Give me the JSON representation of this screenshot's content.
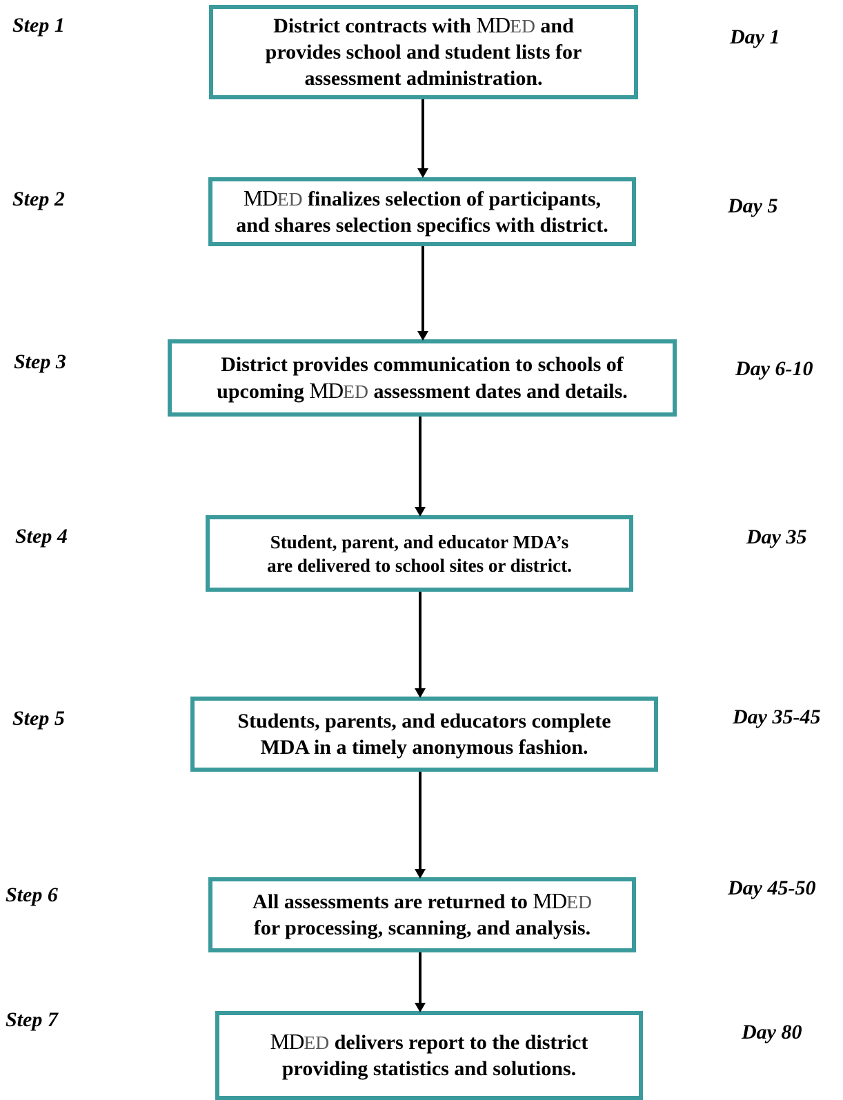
{
  "brand": {
    "md": "MD",
    "ed": "ED"
  },
  "steps": [
    {
      "step": "Step 1",
      "day": "Day 1",
      "lines": [
        [
          "District contracts with ",
          "@brand",
          " and"
        ],
        [
          "provides school and student lists for"
        ],
        [
          "assessment administration."
        ]
      ]
    },
    {
      "step": "Step 2",
      "day": "Day 5",
      "lines": [
        [
          "@brand",
          " finalizes selection of participants,"
        ],
        [
          "and shares selection specifics with district."
        ]
      ]
    },
    {
      "step": "Step 3",
      "day": "Day 6-10",
      "lines": [
        [
          "District provides communication to schools of"
        ],
        [
          "upcoming ",
          "@brand",
          " assessment dates and details."
        ]
      ]
    },
    {
      "step": "Step 4",
      "day": "Day 35",
      "lines": [
        [
          "Student, parent, and educator MDA’s"
        ],
        [
          "are delivered to school sites or district."
        ]
      ]
    },
    {
      "step": "Step 5",
      "day": "Day 35-45",
      "lines": [
        [
          "Students, parents, and educators complete"
        ],
        [
          "MDA in a timely anonymous fashion."
        ]
      ]
    },
    {
      "step": "Step 6",
      "day": "Day 45-50",
      "lines": [
        [
          "All assessments are returned to ",
          "@brand"
        ],
        [
          "for processing, scanning, and analysis."
        ]
      ]
    },
    {
      "step": "Step 7",
      "day": "Day 80",
      "lines": [
        [
          "@brand",
          " delivers report to the district"
        ],
        [
          "providing statistics and solutions."
        ]
      ]
    }
  ]
}
